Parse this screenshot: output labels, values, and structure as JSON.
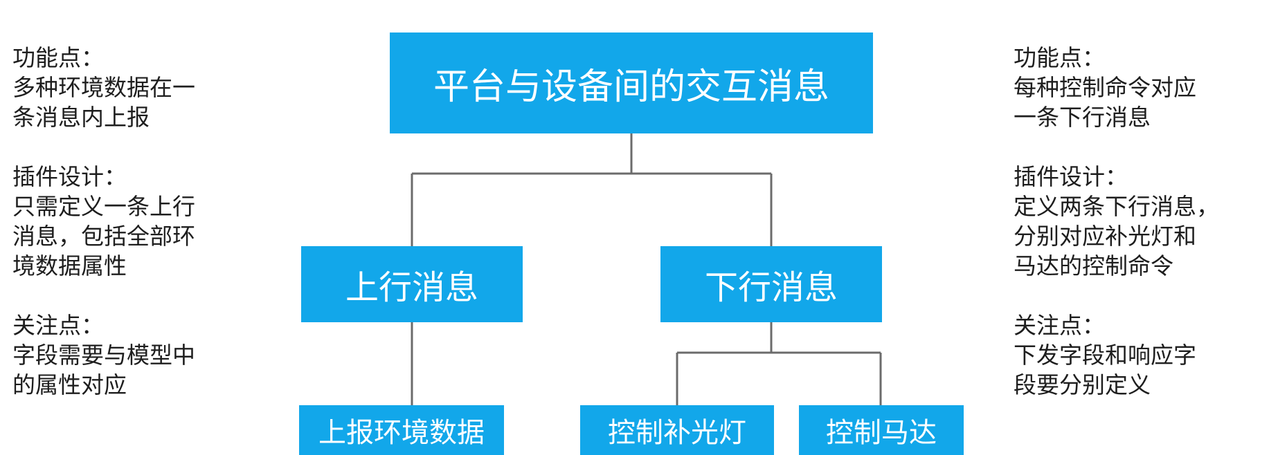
{
  "left_panel": {
    "sections": [
      {
        "lines": [
          "功能点：",
          "多种环境数据在一",
          "条消息内上报"
        ]
      },
      {
        "lines": [
          "插件设计：",
          "只需定义一条上行",
          "消息，包括全部环",
          "境数据属性"
        ]
      },
      {
        "lines": [
          "关注点：",
          "字段需要与模型中",
          "的属性对应"
        ]
      }
    ]
  },
  "right_panel": {
    "sections": [
      {
        "lines": [
          "功能点：",
          "每种控制命令对应",
          "一条下行消息"
        ]
      },
      {
        "lines": [
          "插件设计：",
          "定义两条下行消息，",
          "分别对应补光灯和",
          "马达的控制命令"
        ]
      },
      {
        "lines": [
          "关注点：",
          "下发字段和响应字",
          "段要分别定义"
        ]
      }
    ]
  },
  "tree": {
    "root": "平台与设备间的交互消息",
    "uplink": "上行消息",
    "downlink": "下行消息",
    "report_env": "上报环境数据",
    "control_light": "控制补光灯",
    "control_motor": "控制马达"
  },
  "colors": {
    "node_fill": "#12a7ea",
    "node_text": "#ffffff",
    "connector": "#6b6b6b",
    "panel_text": "#1e1e1e"
  }
}
